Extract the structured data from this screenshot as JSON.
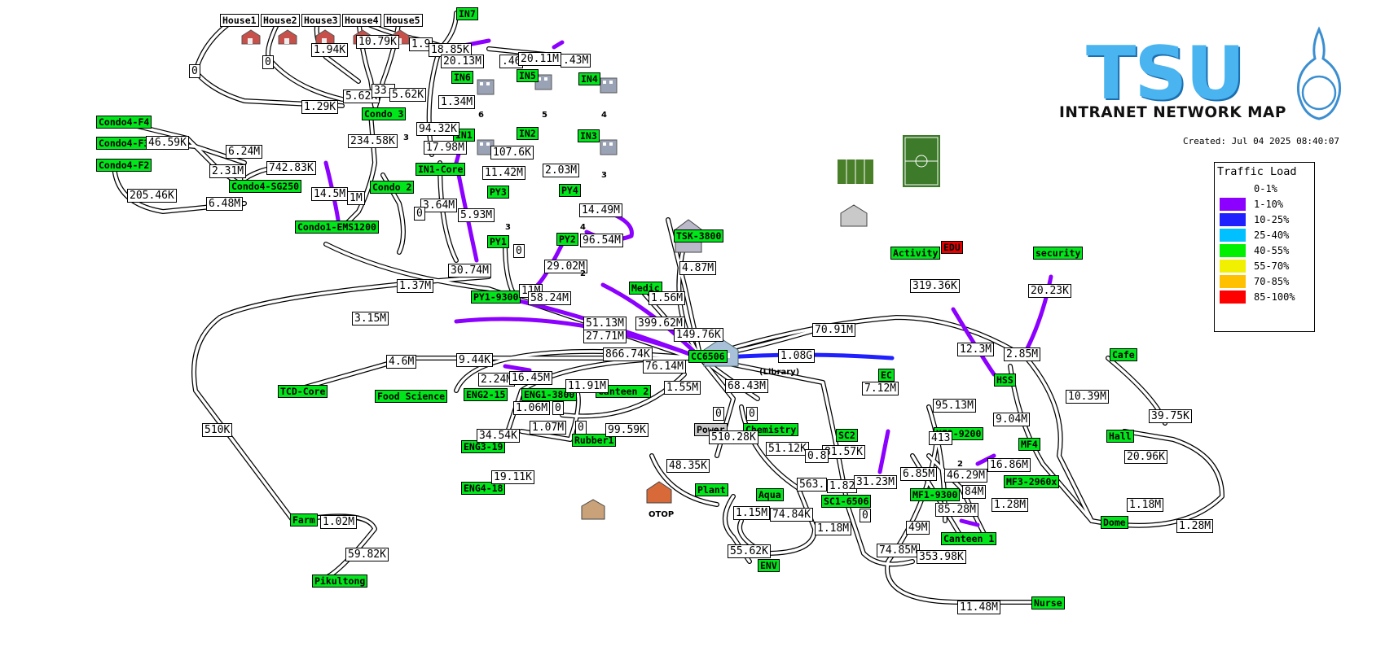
{
  "header": {
    "logo_text": "TSU",
    "subtitle": "INTRANET NETWORK MAP",
    "created": "Created: Jul 04 2025 08:40:07"
  },
  "legend": {
    "title": "Traffic Load",
    "items": [
      {
        "label": "0-1%",
        "color": "#ffffff"
      },
      {
        "label": "1-10%",
        "color": "#8c00ff"
      },
      {
        "label": "10-25%",
        "color": "#2020ff"
      },
      {
        "label": "25-40%",
        "color": "#00c0ff"
      },
      {
        "label": "40-55%",
        "color": "#00f000"
      },
      {
        "label": "55-70%",
        "color": "#f0f000"
      },
      {
        "label": "70-85%",
        "color": "#ffc000"
      },
      {
        "label": "85-100%",
        "color": "#ff0000"
      }
    ]
  },
  "colors": {
    "link_idle": "#ffffff",
    "link_low": "#8c00ff",
    "link_mid": "#2020ff",
    "node_up": "#00e61a",
    "node_down": "#e60000",
    "logo_blue": "#4ab4f0"
  },
  "nodes": {
    "house1": "House1",
    "house2": "House2",
    "house3": "House3",
    "house4": "House4",
    "house5": "House5",
    "in7": "IN7",
    "in6": "IN6",
    "in5": "IN5",
    "in4": "IN4",
    "in1": "IN1",
    "in2": "IN2",
    "in3": "IN3",
    "in1core": "IN1-Core",
    "condo3": "Condo 3",
    "condo2": "Condo 2",
    "condo4f4": "Condo4-F4",
    "condo4f3": "Condo4-F3",
    "condo4f2": "Condo4-F2",
    "condo4sg": "Condo4-SG250",
    "condo1": "Condo1-EMS1200",
    "py3": "PY3",
    "py4": "PY4",
    "py1": "PY1",
    "py2": "PY2",
    "py19300": "PY1-9300",
    "tsk": "TSK-3800",
    "medic": "Medic",
    "cc6506": "CC6506",
    "activity": "Activity",
    "edu": "EDU",
    "security": "security",
    "hss": "HSS",
    "cafe": "Cafe",
    "tcd": "TCD-Core",
    "food": "Food Science",
    "eng215": "ENG2-15",
    "eng13800": "ENG1-3800",
    "canteen2": "Canteen 2",
    "eng319": "ENG3-19",
    "rubber1": "Rubber1",
    "eng418": "ENG4-18",
    "power": "Power",
    "chemistry": "Chemistry",
    "ec": "EC",
    "sc2": "SC2",
    "mf29200": "MF2-9200",
    "mf4": "MF4",
    "mf32960": "MF3-2960x",
    "mf19300": "MF1-9300",
    "sc16506": "SC1-6506",
    "hall": "Hall",
    "dome": "Dome",
    "plant": "Plant",
    "aqua": "Aqua",
    "env": "ENV",
    "canteen1": "Canteen 1",
    "nurse": "Nurse",
    "farm": "Farm",
    "pikultong": "Pikultong"
  },
  "traffic": {
    "t0a": "0",
    "t0b": "0",
    "t194": "1.94K",
    "t1079": "10.79K",
    "t19": "1.9",
    "t1885": "18.85K",
    "t2013": "20.13M",
    "t46": ".46",
    "t2011": "20.11M",
    "t43": ".43M",
    "t562a": "5.62K",
    "t33": "33.",
    "t562b": "5.62K",
    "t129": "1.29K",
    "t134": "1.34M",
    "t9432": "94.32K",
    "t1798": "17.98M",
    "t1076": "107.6K",
    "t203": "2.03M",
    "t2345": "234.58K",
    "t4659": "46.59K",
    "t624": "6.24M",
    "t231": "2.31M",
    "t7428": "742.83K",
    "t1142": "11.42M",
    "t145": "14.5M",
    "t1m": "1M",
    "t20546": "205.46K",
    "t648": "6.48M",
    "t364": "3.64M",
    "t0c": "0",
    "t593": "5.93M",
    "t1449": "14.49M",
    "t9654": "96.54M",
    "t0d": "0",
    "t2902": "29.02M",
    "t3074": "30.74M",
    "t11m": "11M",
    "t1624": "58.24M",
    "t137": "1.37M",
    "t315": "3.15M",
    "t156": "1.56M",
    "t487": "4.87M",
    "t5113": "51.13M",
    "t39962": "399.62M",
    "t2771": "27.71M",
    "t14976": "149.76K",
    "t7091": "70.91M",
    "t31936": "319.36K",
    "t2023": "20.23K",
    "t123": "12.3M",
    "t285": "2.85M",
    "t46m": "4.6M",
    "t944": "9.44K",
    "t86674": "866.74K",
    "t108": "1.08G",
    "t7614": "76.14M",
    "t224": "2.24M",
    "t1645": "16.45M",
    "t1191": "11.91M",
    "t155": "1.55M",
    "t6843": "68.43M",
    "t1039": "10.39M",
    "t3975": "39.75K",
    "t9513": "95.13M",
    "t712": "7.12M",
    "t904": "9.04M",
    "t510": "510K",
    "t106": "1.06M",
    "t0e": "0",
    "t3454": "34.54K",
    "t107": "1.07M",
    "t0f": "0",
    "t9959": "99.59K",
    "t0g": "0",
    "t0h": "0",
    "t51028": "510.28K",
    "t5112": "51.12K",
    "t8157": "81.57K",
    "t08": "0.8",
    "t413": "413",
    "t1686": "16.86M",
    "t2096": "20.96K",
    "t1911": "19.11K",
    "t4835": "48.35K",
    "t563": "563.",
    "t182": "1.82",
    "t3123": "31.23M",
    "t685": "6.85M",
    "t4629": "46.29M",
    "t84m": "84M",
    "t128a": "1.28M",
    "t118a": "1.18M",
    "t128b": "1.28M",
    "t102": "1.02M",
    "t115": "1.15M",
    "t7484": "74.84K",
    "t118b": "1.18M",
    "t0i": "0",
    "t149": "49M",
    "t8528": "85.28M",
    "t5982": "59.82K",
    "t5562": "55.62K",
    "t7485": "74.85M",
    "t35398": "353.98K",
    "t1148": "11.48M"
  },
  "captions": {
    "c_library": "(Library)",
    "c_otop": "OTOP",
    "c_in4": "4",
    "c_in5": "5",
    "c_in6": "6",
    "c_in3": "3",
    "c_condo3": "3",
    "c_py3": "3",
    "c_py4": "4",
    "c_py2": "2",
    "c_mf": "2"
  }
}
